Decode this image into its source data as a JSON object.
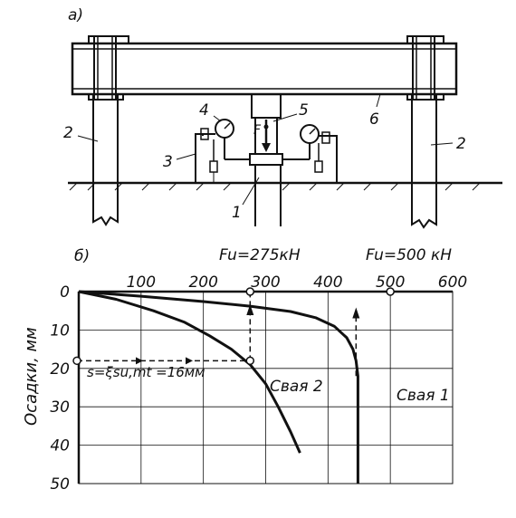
{
  "panel_a": {
    "label": "а)",
    "callouts": [
      "1",
      "2",
      "2",
      "3",
      "4",
      "5",
      "6",
      "F"
    ]
  },
  "panel_b": {
    "label": "б)",
    "fu_pile2": "Fu=275кН",
    "fu_pile1": "Fu=500 кН",
    "s_formula": "s=ξsu,mt =16мм",
    "pile2_label": "Свая 2",
    "pile1_label": "Свая 1"
  },
  "chart_data": {
    "type": "line",
    "title": "",
    "xlabel": "",
    "ylabel": "Осадки, мм",
    "xlim": [
      0,
      600
    ],
    "ylim": [
      0,
      50
    ],
    "y_inverted": true,
    "x_axis_position": "top",
    "grid": true,
    "x_ticks": [
      100,
      200,
      300,
      400,
      500,
      600
    ],
    "y_ticks": [
      0,
      10,
      20,
      30,
      40,
      50
    ],
    "series": [
      {
        "name": "Свая 2",
        "x": [
          0,
          60,
          120,
          170,
          210,
          245,
          275,
          300,
          320,
          340,
          355
        ],
        "y": [
          0,
          2,
          5,
          8,
          11.5,
          15,
          19,
          24,
          30,
          36.5,
          42
        ]
      },
      {
        "name": "Свая 1",
        "x": [
          0,
          100,
          200,
          275,
          340,
          380,
          410,
          430,
          440,
          445,
          448,
          448
        ],
        "y": [
          0,
          1.2,
          2.6,
          3.8,
          5.2,
          6.8,
          9,
          12,
          15,
          18,
          22,
          50
        ]
      }
    ],
    "annotations": [
      {
        "text": "Fu=275кН",
        "x": 275
      },
      {
        "text": "Fu=500 кН",
        "x": 500
      },
      {
        "text": "s=ξsu,mt =16мм",
        "y": 18
      }
    ]
  }
}
